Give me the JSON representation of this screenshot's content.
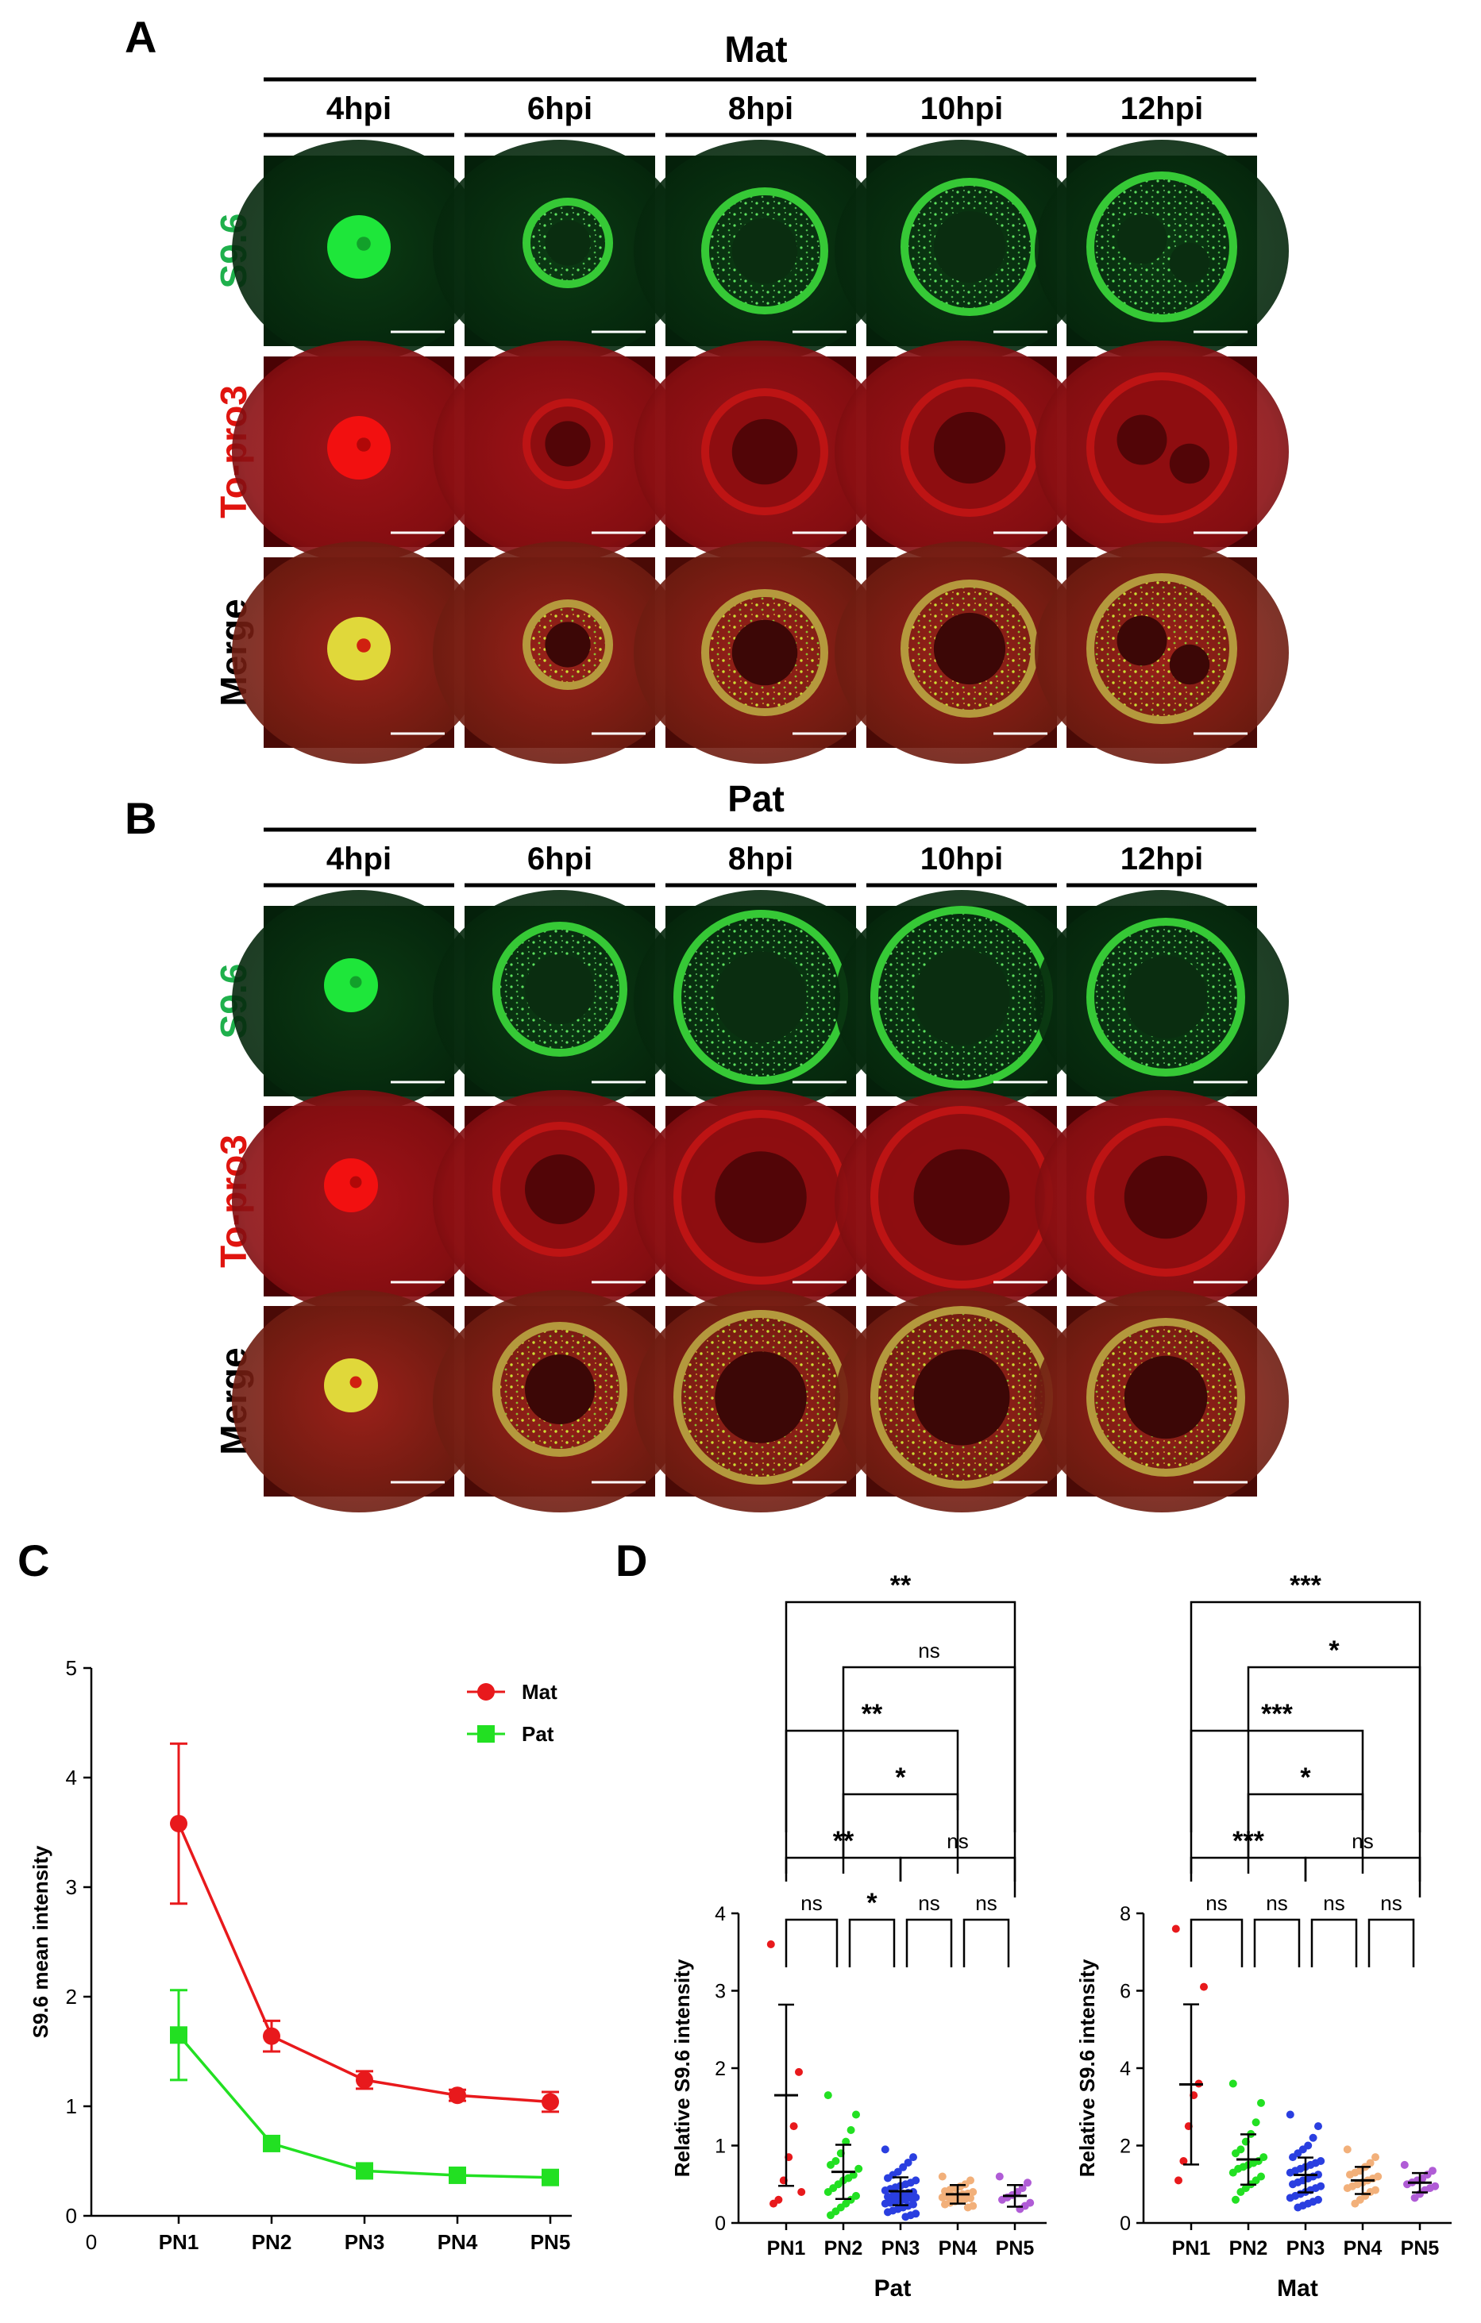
{
  "panelA": {
    "letter": "A",
    "title": "Mat",
    "columns": [
      "4hpi",
      "6hpi",
      "8hpi",
      "10hpi",
      "12hpi"
    ],
    "rows": [
      {
        "label": "S9.6",
        "color": "#1fb04c"
      },
      {
        "label": "To-pro3",
        "color": "#e0140f"
      },
      {
        "label": "Merge",
        "color": "#000000"
      }
    ]
  },
  "panelB": {
    "letter": "B",
    "title": "Pat",
    "columns": [
      "4hpi",
      "6hpi",
      "8hpi",
      "10hpi",
      "12hpi"
    ],
    "rows": [
      {
        "label": "S9.6",
        "color": "#1fb04c"
      },
      {
        "label": "To-pro3",
        "color": "#e0140f"
      },
      {
        "label": "Merge",
        "color": "#000000"
      }
    ]
  },
  "panelC": {
    "letter": "C",
    "chart_data": {
      "type": "line",
      "categories": [
        "PN1",
        "PN2",
        "PN3",
        "PN4",
        "PN5"
      ],
      "xlabel": "",
      "ylabel": "S9.6 mean intensity",
      "ylim": [
        0,
        5
      ],
      "yticks": [
        "0",
        "1",
        "2",
        "3",
        "4",
        "5"
      ],
      "x_origin_label": "0",
      "legend_position": "top-right",
      "series": [
        {
          "name": "Mat",
          "color": "#e8191c",
          "marker": "circle",
          "values": [
            3.58,
            1.64,
            1.24,
            1.1,
            1.04
          ],
          "error": [
            0.73,
            0.14,
            0.08,
            0.05,
            0.09
          ]
        },
        {
          "name": "Pat",
          "color": "#22e022",
          "marker": "square",
          "values": [
            1.65,
            0.66,
            0.41,
            0.37,
            0.35
          ],
          "error": [
            0.41,
            0.05,
            0.05,
            0.04,
            0.04
          ]
        }
      ]
    }
  },
  "panelD": {
    "letter": "D",
    "group_colors": [
      "#e8191c",
      "#22e022",
      "#2a3fe0",
      "#f2b07a",
      "#b05cd6"
    ],
    "charts": [
      {
        "type": "scatter",
        "xlabel": "Pat",
        "ylabel": "Relative S9.6 intensity",
        "ylim": [
          0,
          4
        ],
        "yticks": [
          "0",
          "1",
          "2",
          "3",
          "4"
        ],
        "categories": [
          "PN1",
          "PN2",
          "PN3",
          "PN4",
          "PN5"
        ],
        "mean": [
          1.65,
          0.66,
          0.41,
          0.37,
          0.35
        ],
        "sd": [
          1.17,
          0.35,
          0.18,
          0.12,
          0.14
        ],
        "points": [
          [
            3.6,
            1.95,
            1.25,
            0.85,
            0.55,
            0.3,
            0.25,
            0.4
          ],
          [
            1.65,
            1.4,
            1.2,
            1.05,
            0.9,
            0.8,
            0.75,
            0.7,
            0.62,
            0.58,
            0.55,
            0.5,
            0.45,
            0.4,
            0.35,
            0.3,
            0.25,
            0.2,
            0.15,
            0.1
          ],
          [
            0.95,
            0.85,
            0.78,
            0.72,
            0.66,
            0.62,
            0.58,
            0.55,
            0.52,
            0.5,
            0.48,
            0.46,
            0.44,
            0.42,
            0.4,
            0.39,
            0.38,
            0.36,
            0.35,
            0.34,
            0.33,
            0.32,
            0.3,
            0.29,
            0.28,
            0.26,
            0.25,
            0.24,
            0.22,
            0.2,
            0.18,
            0.16,
            0.14,
            0.12,
            0.1,
            0.08
          ],
          [
            0.6,
            0.55,
            0.5,
            0.47,
            0.45,
            0.43,
            0.41,
            0.4,
            0.38,
            0.37,
            0.36,
            0.35,
            0.34,
            0.33,
            0.32,
            0.31,
            0.3,
            0.28,
            0.26,
            0.24,
            0.22,
            0.2
          ],
          [
            0.6,
            0.52,
            0.45,
            0.4,
            0.36,
            0.33,
            0.3,
            0.26,
            0.22,
            0.18
          ]
        ],
        "comparisons": [
          {
            "from": 0,
            "to": 4,
            "label": "**"
          },
          {
            "from": 1,
            "to": 4,
            "label": "ns"
          },
          {
            "from": 0,
            "to": 3,
            "label": "**"
          },
          {
            "from": 1,
            "to": 3,
            "label": "*"
          },
          {
            "from": 0,
            "to": 2,
            "label": "**"
          },
          {
            "from": 2,
            "to": 4,
            "label": "ns"
          },
          {
            "from": 0,
            "to": 1,
            "label": "ns"
          },
          {
            "from": 1,
            "to": 2,
            "label": "*"
          },
          {
            "from": 2,
            "to": 3,
            "label": "ns"
          },
          {
            "from": 3,
            "to": 4,
            "label": "ns"
          }
        ]
      },
      {
        "type": "scatter",
        "xlabel": "Mat",
        "ylabel": "Relative S9.6 intensity",
        "ylim": [
          0,
          8
        ],
        "yticks": [
          "0",
          "2",
          "4",
          "6",
          "8"
        ],
        "categories": [
          "PN1",
          "PN2",
          "PN3",
          "PN4",
          "PN5"
        ],
        "mean": [
          3.58,
          1.64,
          1.24,
          1.1,
          1.04
        ],
        "sd": [
          2.07,
          0.65,
          0.45,
          0.35,
          0.25
        ],
        "points": [
          [
            7.6,
            6.1,
            3.6,
            3.3,
            2.5,
            1.6,
            1.1
          ],
          [
            3.6,
            3.1,
            2.6,
            2.3,
            2.1,
            1.9,
            1.8,
            1.7,
            1.6,
            1.55,
            1.5,
            1.45,
            1.4,
            1.3,
            1.2,
            1.1,
            1.0,
            0.9,
            0.8,
            0.6
          ],
          [
            2.8,
            2.5,
            2.2,
            2.0,
            1.9,
            1.8,
            1.7,
            1.6,
            1.55,
            1.5,
            1.45,
            1.4,
            1.35,
            1.3,
            1.25,
            1.2,
            1.15,
            1.1,
            1.05,
            1.0,
            0.95,
            0.9,
            0.85,
            0.8,
            0.75,
            0.7,
            0.65,
            0.6,
            0.55,
            0.5,
            0.45,
            0.4
          ],
          [
            1.9,
            1.7,
            1.55,
            1.45,
            1.35,
            1.3,
            1.25,
            1.2,
            1.15,
            1.1,
            1.05,
            1.0,
            0.95,
            0.9,
            0.85,
            0.8,
            0.7,
            0.6,
            0.5
          ],
          [
            1.5,
            1.35,
            1.25,
            1.15,
            1.1,
            1.05,
            1.0,
            0.95,
            0.9,
            0.85,
            0.75,
            0.65
          ]
        ],
        "comparisons": [
          {
            "from": 0,
            "to": 4,
            "label": "***"
          },
          {
            "from": 1,
            "to": 4,
            "label": "*"
          },
          {
            "from": 0,
            "to": 3,
            "label": "***"
          },
          {
            "from": 1,
            "to": 3,
            "label": "*"
          },
          {
            "from": 0,
            "to": 2,
            "label": "***"
          },
          {
            "from": 2,
            "to": 4,
            "label": "ns"
          },
          {
            "from": 0,
            "to": 1,
            "label": "ns"
          },
          {
            "from": 1,
            "to": 2,
            "label": "ns"
          },
          {
            "from": 2,
            "to": 3,
            "label": "ns"
          },
          {
            "from": 3,
            "to": 4,
            "label": "ns"
          }
        ]
      }
    ]
  }
}
